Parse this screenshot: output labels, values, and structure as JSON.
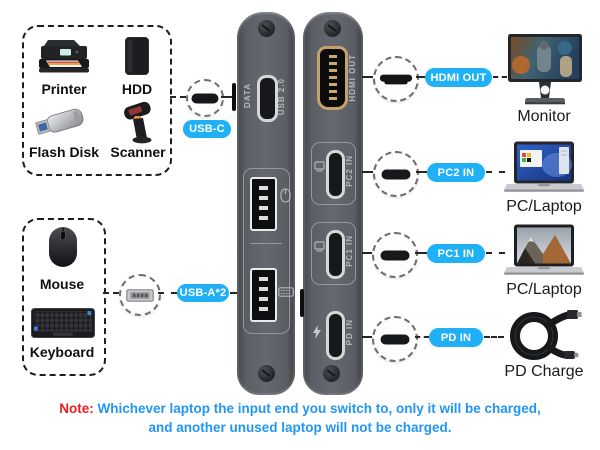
{
  "left_top_box": {
    "items": [
      {
        "label": "Printer"
      },
      {
        "label": "HDD"
      },
      {
        "label": "Flash Disk"
      },
      {
        "label": "Scanner"
      }
    ]
  },
  "left_bottom_box": {
    "items": [
      {
        "label": "Mouse"
      },
      {
        "label": "Keyboard"
      }
    ]
  },
  "badges": {
    "usb_c": "USB-C",
    "usb_a2": "USB-A*2",
    "hdmi_out": "HDMI OUT",
    "pc2_in": "PC2 IN",
    "pc1_in": "PC1 IN",
    "pd_in": "PD IN"
  },
  "panel_labels": {
    "data": "DATA",
    "usb20": "USB 2.0",
    "hdmi_out": "HDMI OUT",
    "pc2_in": "PC2 IN",
    "pc1_in": "PC1 IN",
    "pd_in": "PD IN"
  },
  "right_devices": [
    {
      "label": "Monitor"
    },
    {
      "label": "PC/Laptop"
    },
    {
      "label": "PC/Laptop"
    },
    {
      "label": "PD Charge"
    }
  ],
  "note": {
    "prefix": "Note:",
    "line1": "Whichever laptop the input end you switch to, only it will be charged,",
    "line2": "and another unused laptop will not be charged."
  },
  "colors": {
    "badge": "#1fb0f5",
    "note_prefix": "#ee1c1c",
    "note_body": "#2196f3",
    "panel": "#5b5e64"
  }
}
